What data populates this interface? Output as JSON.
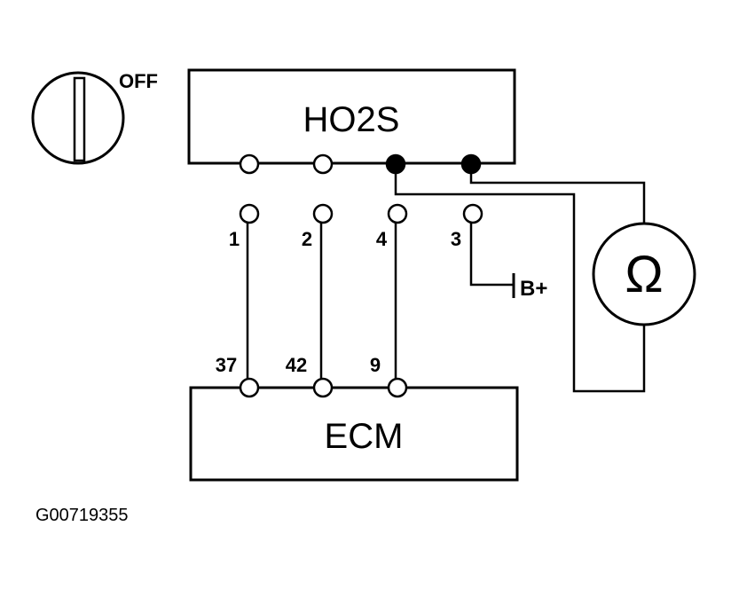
{
  "switch": {
    "label": "OFF"
  },
  "sensor": {
    "label": "HO2S"
  },
  "ecm": {
    "label": "ECM"
  },
  "meter": {
    "symbol": "Ω"
  },
  "battery": {
    "label": "B+"
  },
  "connector_pins": [
    "1",
    "2",
    "4",
    "3"
  ],
  "ecm_pins": [
    "37",
    "42",
    "9"
  ],
  "figure_id": "G00719355"
}
